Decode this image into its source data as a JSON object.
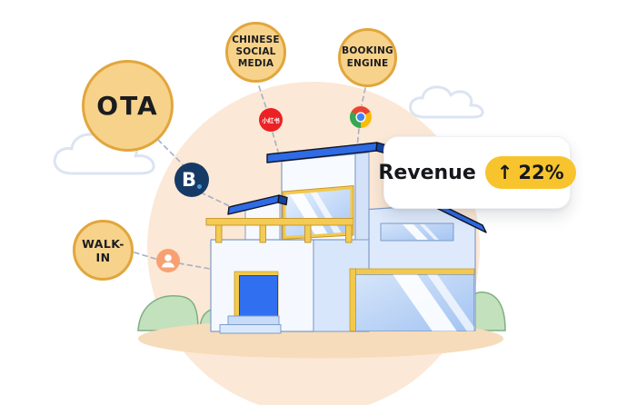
{
  "channels": {
    "ota": {
      "label": "OTA"
    },
    "chinese_social_media": {
      "lines": [
        "CHINESE",
        "SOCIAL",
        "MEDIA"
      ]
    },
    "booking_engine": {
      "lines": [
        "BOOKING",
        "ENGINE"
      ]
    },
    "walk_in": {
      "label": "WALK-IN"
    }
  },
  "icons": {
    "booking_com": {
      "name": "booking-com-icon",
      "letter": "B"
    },
    "xiaohongshu": {
      "name": "xiaohongshu-icon",
      "text": "小红书"
    },
    "chrome": {
      "name": "chrome-icon"
    },
    "walk_in_person": {
      "name": "walk-in-person-icon"
    }
  },
  "revenue_card": {
    "label": "Revenue",
    "delta_symbol": "↑",
    "delta_value": "22%"
  },
  "colors": {
    "bubble_fill": "#F7D28A",
    "bubble_border": "#E1A63C",
    "accent_yellow": "#F8C42D",
    "roof_blue": "#2E6BE5",
    "roof_blue_dark": "#16439F",
    "door_blue": "#2F6FF0",
    "wall_white": "#F6FAFF",
    "wall_light_blue": "#D7E6FA",
    "trim_yellow": "#F2C94C",
    "peach_background": "#FCE8D6",
    "ground_tan": "#F6DCBB",
    "bush_green": "#C3E1BD",
    "booking_navy": "#163A66",
    "xiaohongshu_red": "#EC2125",
    "person_orange": "#F7A173",
    "connector_gray": "#A9B3C4"
  }
}
